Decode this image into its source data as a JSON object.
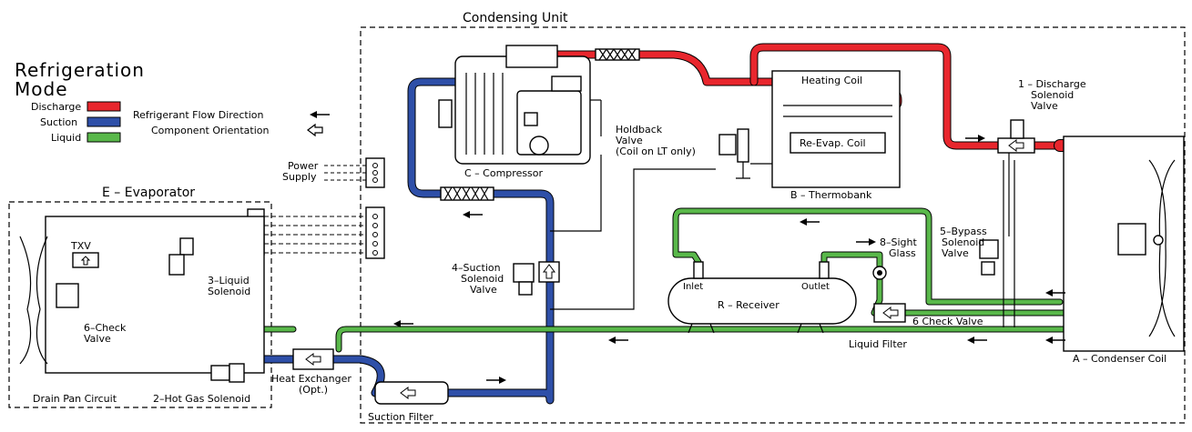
{
  "colors": {
    "discharge": "#e8262d",
    "suction": "#2e4fa8",
    "liquid": "#59b84a",
    "line": "#000000"
  },
  "mode": {
    "title_line1": "Refrigeration",
    "title_line2": "Mode"
  },
  "legend": {
    "discharge": "Discharge",
    "suction": "Suction",
    "liquid": "Liquid",
    "flow_direction": "Refrigerant Flow Direction",
    "component_orientation": "Component Orientation"
  },
  "sections": {
    "condensing_unit": "Condensing Unit",
    "evaporator": "E – Evaporator"
  },
  "components": {
    "compressor": "C – Compressor",
    "thermobank": "B – Thermobank",
    "heating_coil": "Heating Coil",
    "re_evap_coil": "Re-Evap. Coil",
    "holdback_valve_1": "Holdback",
    "holdback_valve_2": "Valve",
    "holdback_valve_3": "(Coil on LT only)",
    "discharge_valve_1": "1 – Discharge",
    "discharge_valve_2": "Solenoid",
    "discharge_valve_3": "Valve",
    "power_supply_1": "Power",
    "power_supply_2": "Supply",
    "bypass_valve_1": "5–Bypass",
    "bypass_valve_2": "Solenoid",
    "bypass_valve_3": "Valve",
    "sight_glass_1": "8–Sight",
    "sight_glass_2": "Glass",
    "suction_valve_1": "4–Suction",
    "suction_valve_2": "Solenoid",
    "suction_valve_3": "Valve",
    "receiver": "R – Receiver",
    "inlet": "Inlet",
    "outlet": "Outlet",
    "check_valve": "6 Check Valve",
    "liquid_filter": "Liquid Filter",
    "condenser_coil": "A – Condenser Coil",
    "txv": "TXV",
    "liquid_solenoid_1": "3–Liquid",
    "liquid_solenoid_2": "Solenoid",
    "evap_check_valve_1": "6–Check",
    "evap_check_valve_2": "Valve",
    "drain_pan": "Drain Pan Circuit",
    "hot_gas_solenoid": "2–Hot Gas Solenoid",
    "heat_exchanger_1": "Heat Exchanger",
    "heat_exchanger_2": "(Opt.)",
    "suction_filter": "Suction Filter"
  }
}
